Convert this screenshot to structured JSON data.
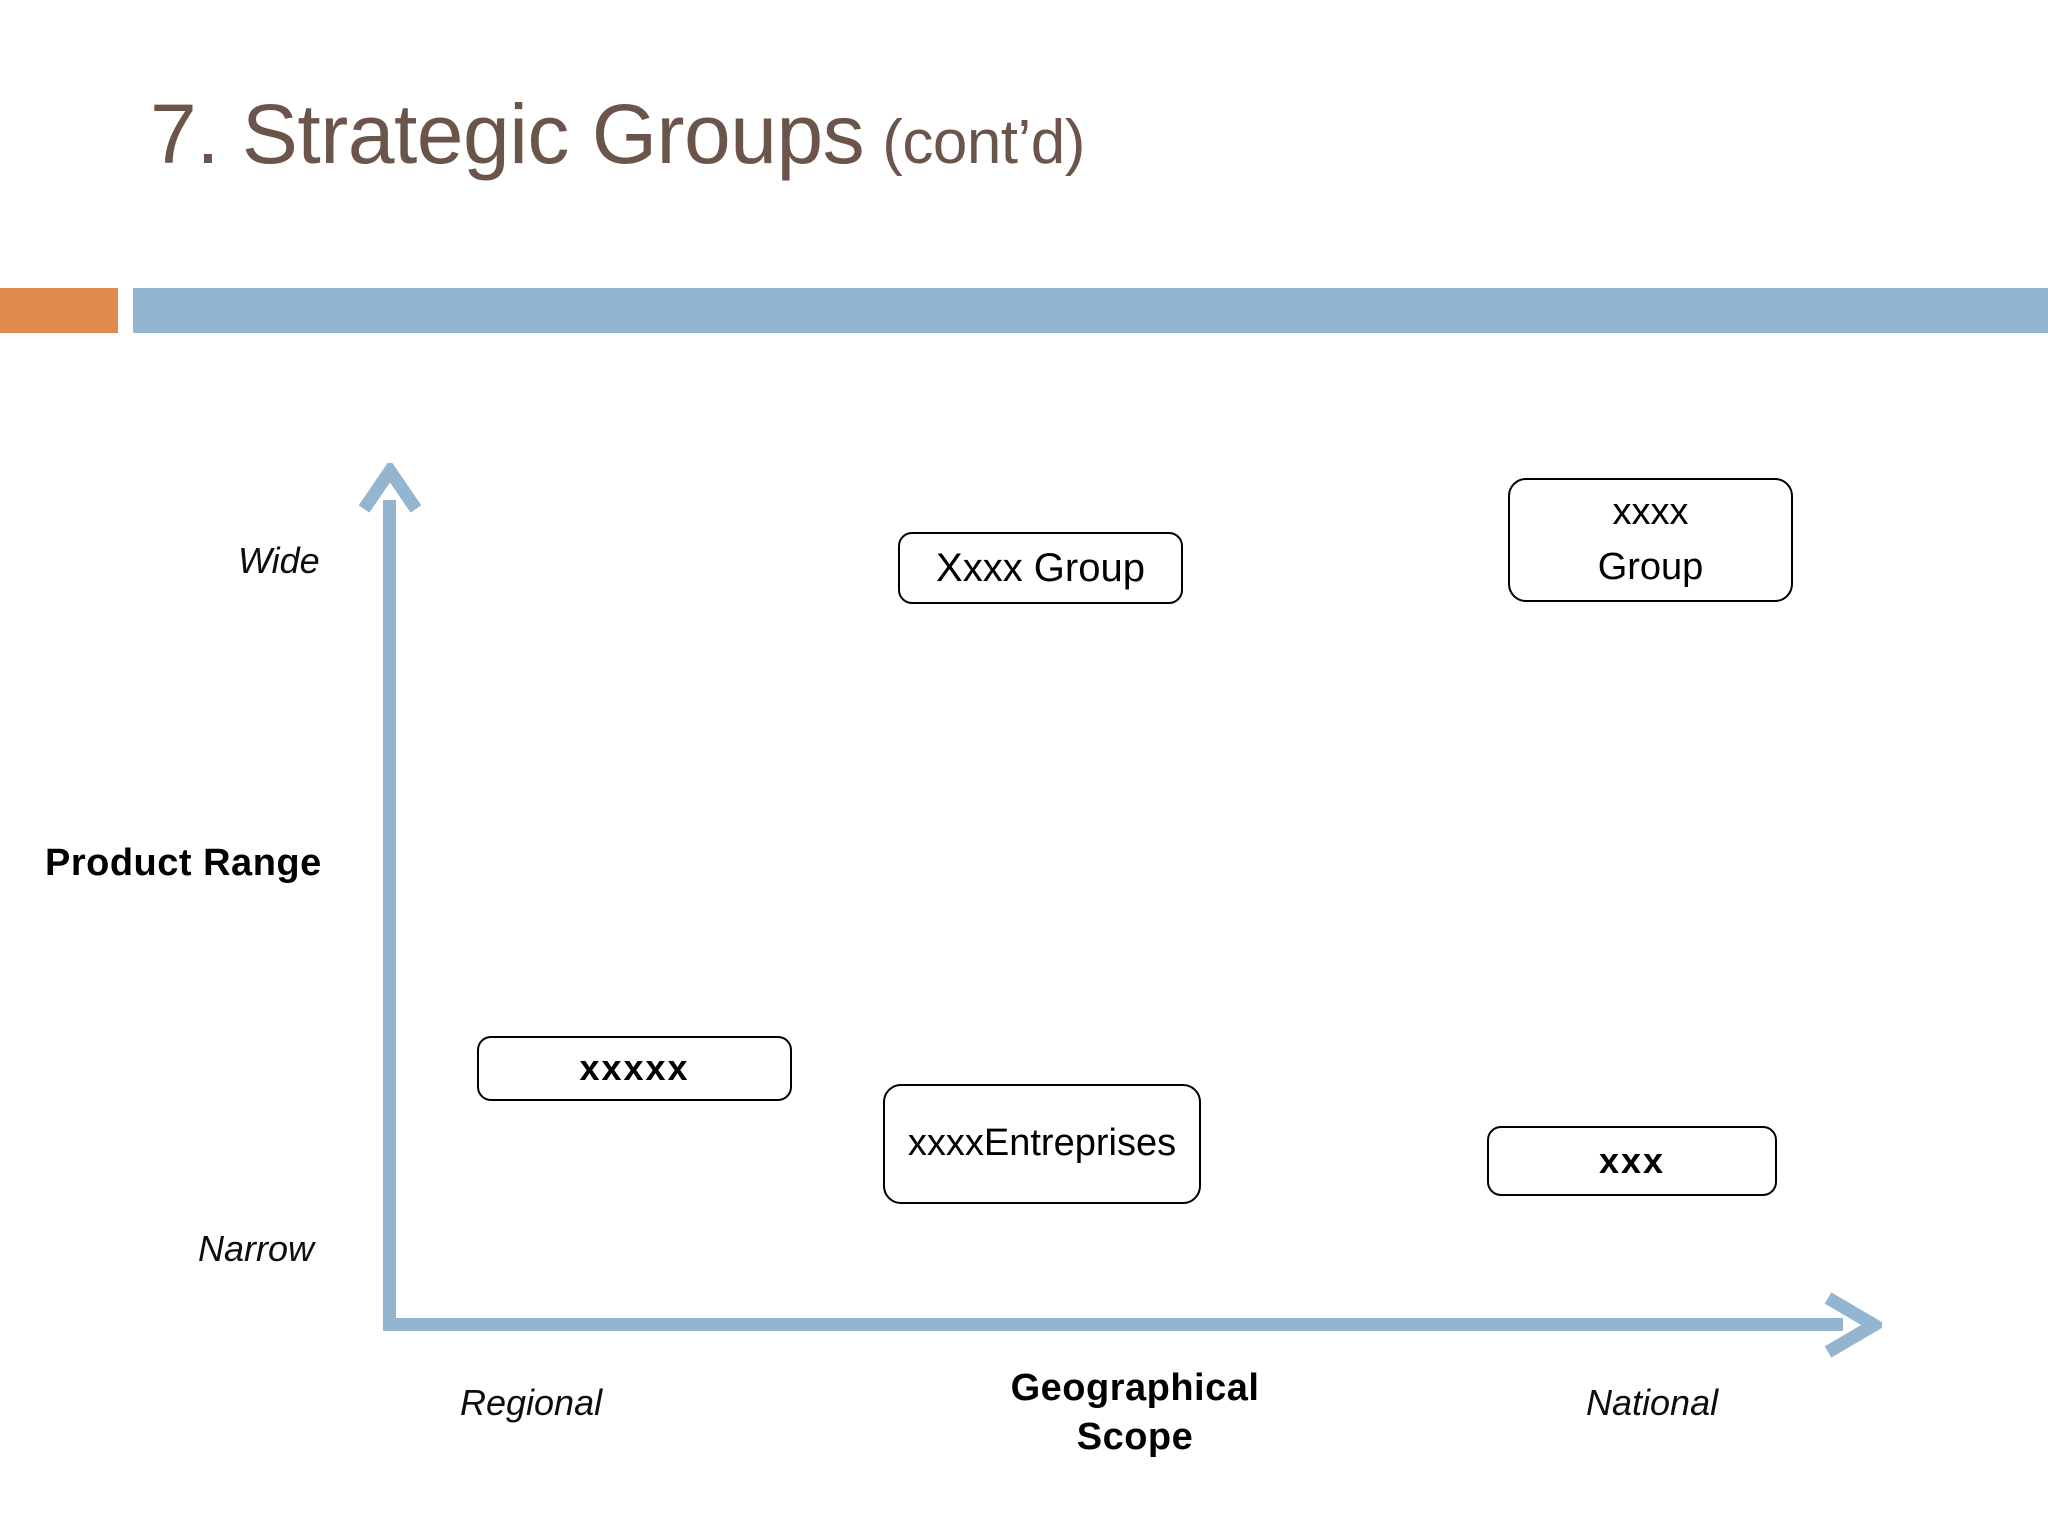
{
  "slide": {
    "title_main": "7. Strategic Groups",
    "title_suffix": "(cont’d)",
    "title_color": "#6B554B",
    "accent_orange": "#E08A4C",
    "accent_blue": "#93B5D0",
    "background": "#FFFFFF"
  },
  "chart_data": {
    "type": "scatter",
    "title": "7. Strategic Groups (cont’d)",
    "xlabel": "Geographical Scope",
    "ylabel": "Product Range",
    "x_tick_labels": [
      "Regional",
      "National"
    ],
    "y_tick_labels": [
      "Narrow",
      "Wide"
    ],
    "grid": false,
    "legend": "none",
    "axis_color": "#93B5D0",
    "points": [
      {
        "label": "Xxxx Group",
        "x": "mid",
        "y": "wide"
      },
      {
        "label": "xxxx Group",
        "x": "national",
        "y": "wide"
      },
      {
        "label": "xxxxx",
        "x": "regional",
        "y": "narrow"
      },
      {
        "label": "xxxxEntreprises",
        "x": "mid",
        "y": "narrow"
      },
      {
        "label": "xxx",
        "x": "national",
        "y": "narrow"
      }
    ]
  },
  "axis": {
    "y_title": "Product Range",
    "y_top_label": "Wide",
    "y_bottom_label": "Narrow",
    "x_title": "Geographical Scope",
    "x_left_label": "Regional",
    "x_right_label": "National"
  },
  "boxes": {
    "mid_wide": "Xxxx Group",
    "right_wide": "xxxx\nGroup",
    "left_narrow": "xxxxx",
    "mid_narrow": "xxxxEntreprises",
    "right_narrow": "xxx"
  }
}
